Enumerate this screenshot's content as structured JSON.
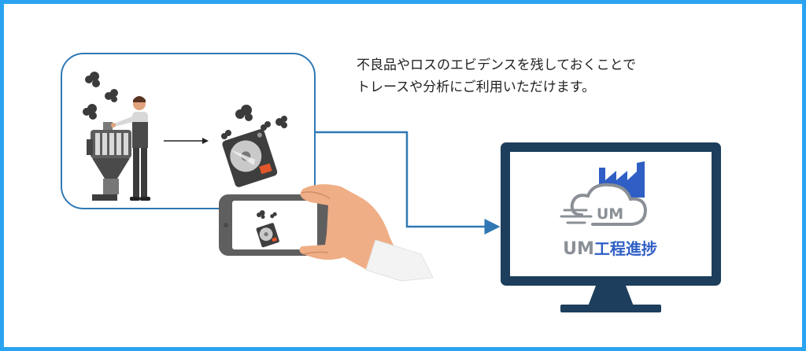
{
  "caption": {
    "line1": "不良品やロスのエビデンスを残しておくことで",
    "line2": "トレースや分析にご利用いただけます。"
  },
  "logo": {
    "cloud_text": "UM",
    "brand_latin": "UM",
    "brand_jp": "工程進捗"
  },
  "colors": {
    "frame_border": "#2aa4f0",
    "callout_border": "#2f78b4",
    "connector": "#2f78b4",
    "monitor": "#1d3e5c",
    "brand_blue": "#2f5ec4",
    "brand_gray": "#8a9096"
  },
  "icons": [
    "factory-icon",
    "cloud-icon",
    "smoke-icon",
    "hard-disk-icon",
    "worker-figure",
    "machine-figure",
    "smartphone",
    "hand-icon",
    "arrow-icon"
  ]
}
